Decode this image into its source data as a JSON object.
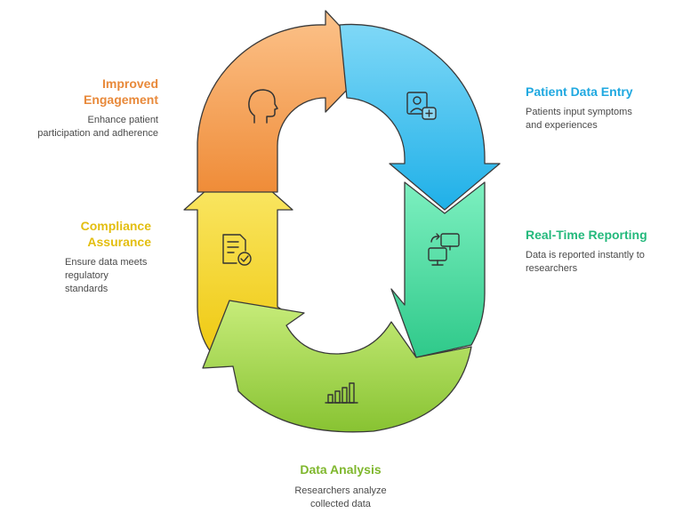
{
  "colors": {
    "patient_data_entry": "#1fb0e8",
    "real_time_reporting": "#2fc98a",
    "data_analysis": "#8ac43a",
    "compliance_assurance": "#e8c313",
    "improved_engagement": "#e9893a"
  },
  "steps": {
    "patient_data_entry": {
      "title": "Patient Data Entry",
      "desc_line1": "Patients input symptoms",
      "desc_line2": "and experiences",
      "icon": "patient-medical-icon"
    },
    "real_time_reporting": {
      "title": "Real-Time Reporting",
      "desc_line1": "Data is reported instantly to",
      "desc_line2": "researchers",
      "icon": "monitor-sync-icon"
    },
    "data_analysis": {
      "title": "Data Analysis",
      "desc_line1": "Researchers analyze",
      "desc_line2": "collected data",
      "icon": "bar-chart-icon"
    },
    "compliance_assurance": {
      "title_line1": "Compliance",
      "title_line2": "Assurance",
      "desc_line1": "Ensure data meets",
      "desc_line2": "regulatory standards",
      "icon": "document-check-icon"
    },
    "improved_engagement": {
      "title_line1": "Improved",
      "title_line2": "Engagement",
      "desc_line1": "Enhance patient",
      "desc_line2": "participation and adherence",
      "icon": "head-profile-icon"
    }
  }
}
